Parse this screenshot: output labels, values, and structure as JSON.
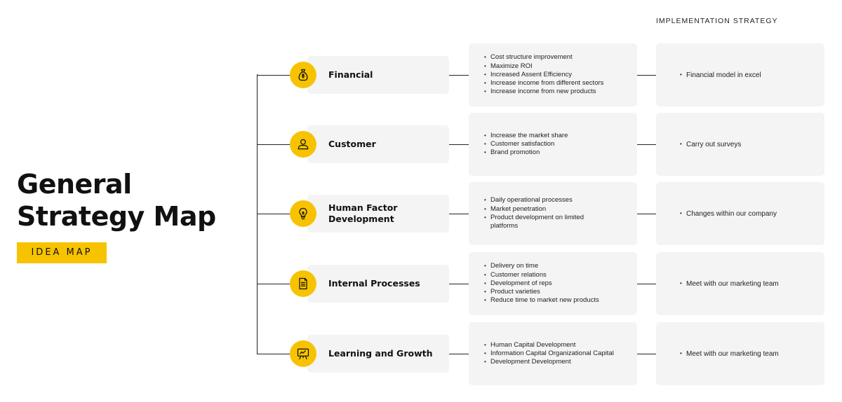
{
  "title": "General Strategy Map",
  "badge": "IDEA MAP",
  "column_header": "IMPLEMENTATION STRATEGY",
  "accent_color": "#f7c300",
  "rows": [
    {
      "label": "Financial",
      "icon": "money-bag-icon",
      "objectives": [
        "Cost structure improvement",
        "Maximize ROI",
        "Increased Assent Efficiency",
        "Increase income from different sectors",
        "Increase income from new products"
      ],
      "implementation": "Financial model in excel"
    },
    {
      "label": "Customer",
      "icon": "user-icon",
      "objectives": [
        "Increase the market share",
        "Customer satisfaction",
        "Brand promotion"
      ],
      "implementation": "Carry out surveys"
    },
    {
      "label": "Human Factor Development",
      "icon": "lightbulb-icon",
      "objectives": [
        "Daily operational processes",
        "Market penetration",
        "Product development on limited platforms"
      ],
      "implementation": "Changes within our company"
    },
    {
      "label": "Internal Processes",
      "icon": "document-icon",
      "objectives": [
        "Delivery on time",
        "Customer relations",
        "Development of reps",
        "Product varieties",
        "Reduce time to market new products"
      ],
      "implementation": "Meet with our marketing team"
    },
    {
      "label": "Learning and Growth",
      "icon": "presentation-board-icon",
      "objectives": [
        "Human Capital Development",
        "Information Capital Organizational Capital",
        "Development Development"
      ],
      "implementation": "Meet with our marketing team"
    }
  ]
}
